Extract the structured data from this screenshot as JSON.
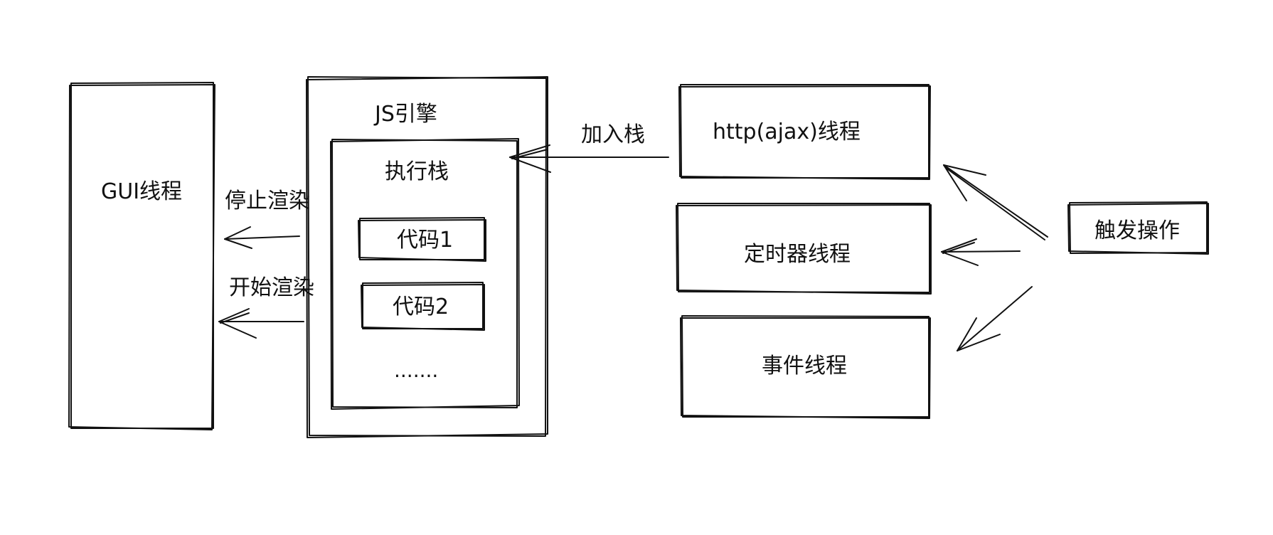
{
  "colors": {
    "background": "#ffffff",
    "stroke": "#111111"
  },
  "gui": {
    "label": "GUI线程",
    "stop_render": "停止渲染",
    "start_render": "开始渲染"
  },
  "js_engine": {
    "label": "JS引擎",
    "exec_stack": {
      "label": "执行栈",
      "items": [
        "代码1",
        "代码2"
      ],
      "ellipsis": "......."
    },
    "push_label": "加入栈"
  },
  "threads": {
    "http": "http(ajax)线程",
    "timer": "定时器线程",
    "event": "事件线程"
  },
  "trigger": {
    "label": "触发操作"
  }
}
